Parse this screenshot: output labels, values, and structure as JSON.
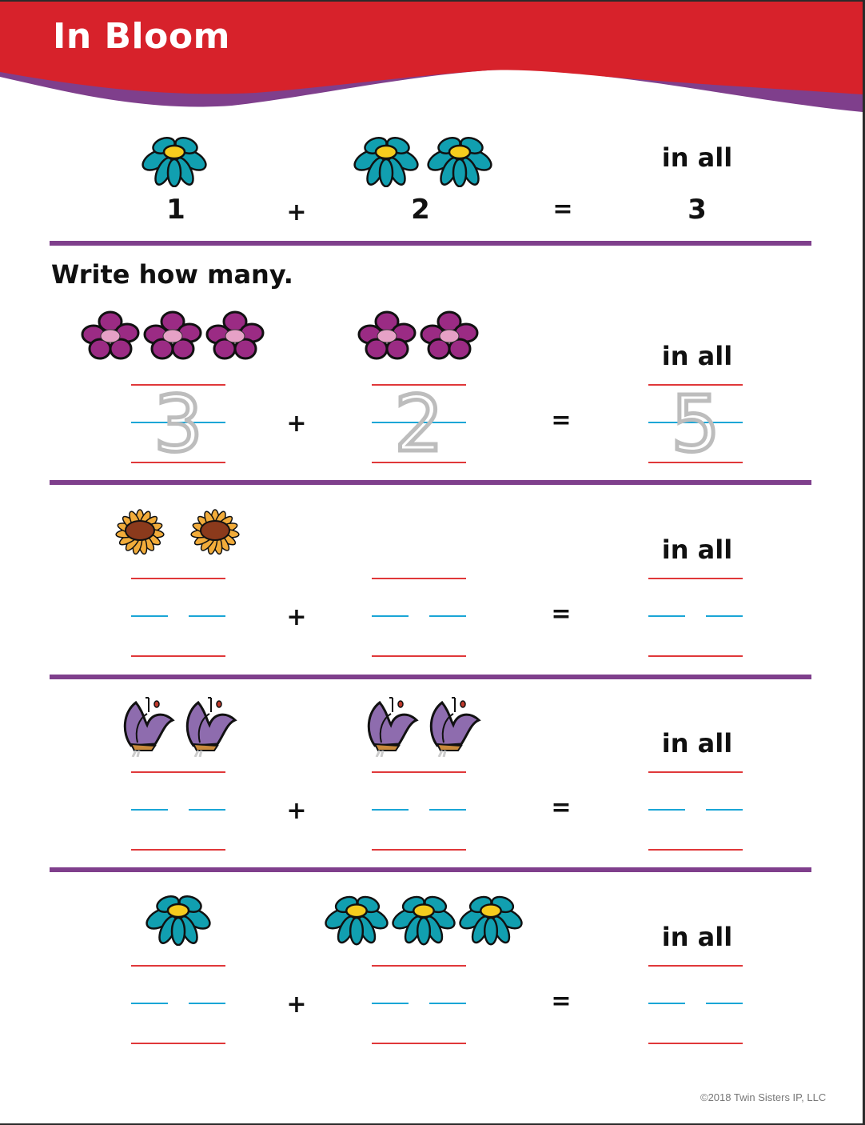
{
  "header": {
    "title": "In Bloom",
    "colors": {
      "red": "#d7222b",
      "purple": "#7f3f8c"
    }
  },
  "example": {
    "left_count": 1,
    "left_flower": "teal-daisy-icon",
    "right_count": 2,
    "right_flower": "teal-daisy-icon",
    "left_value": "1",
    "plus": "+",
    "right_value": "2",
    "equals": "=",
    "in_all_label": "in all",
    "total": "3"
  },
  "instructions": "Write how many.",
  "problems": [
    {
      "left_count": 3,
      "left_flower": "magenta-flower-icon",
      "right_count": 2,
      "right_flower": "magenta-flower-icon",
      "plus": "+",
      "equals": "=",
      "in_all_label": "in all",
      "traced_left": "3",
      "traced_right": "2",
      "traced_total": "5"
    },
    {
      "left_count": 2,
      "left_flower": "sunflower-icon",
      "right_count": 0,
      "right_flower": "",
      "plus": "+",
      "equals": "=",
      "in_all_label": "in all",
      "traced_left": "",
      "traced_right": "",
      "traced_total": ""
    },
    {
      "left_count": 2,
      "left_flower": "purple-tulip-icon",
      "right_count": 2,
      "right_flower": "purple-tulip-icon",
      "plus": "+",
      "equals": "=",
      "in_all_label": "in all",
      "traced_left": "",
      "traced_right": "",
      "traced_total": ""
    },
    {
      "left_count": 1,
      "left_flower": "teal-daisy-icon",
      "right_count": 3,
      "right_flower": "teal-daisy-icon",
      "plus": "+",
      "equals": "=",
      "in_all_label": "in all",
      "traced_left": "",
      "traced_right": "",
      "traced_total": ""
    }
  ],
  "footer": {
    "copyright": "©2018 Twin Sisters IP, LLC"
  }
}
